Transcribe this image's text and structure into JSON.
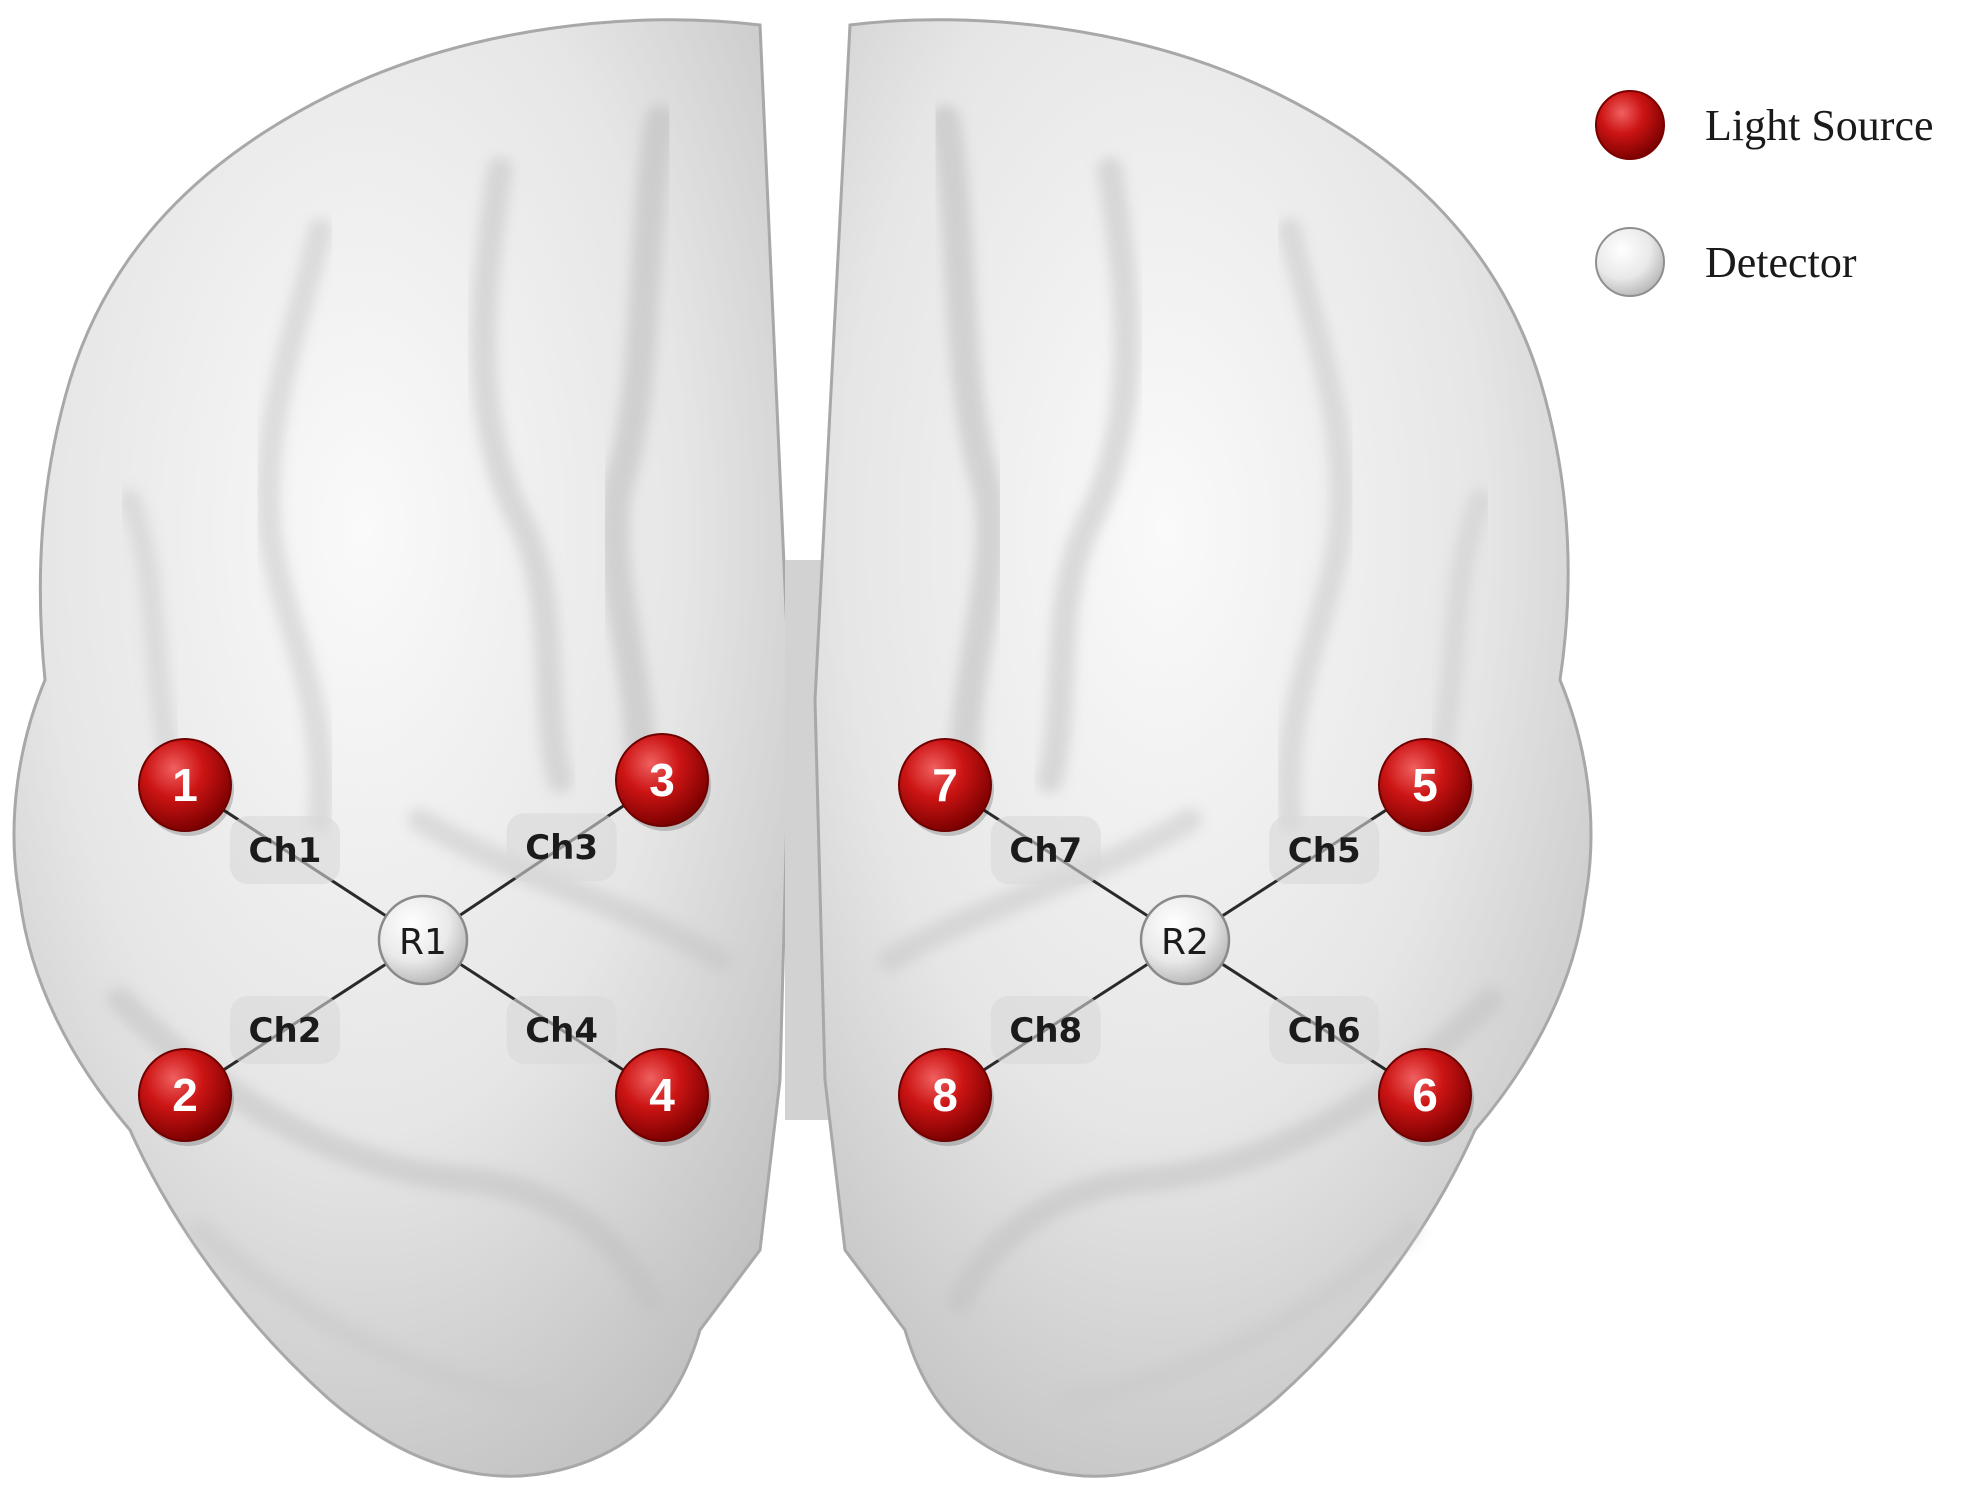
{
  "colors": {
    "source": "#c40d0d",
    "detector": "#e8e8e8",
    "brain": "#e9e9e9",
    "line": "#2a2a2a"
  },
  "legend": {
    "source_label": "Light  Source",
    "detector_label": "Detector"
  },
  "sources": [
    {
      "id": "1"
    },
    {
      "id": "2"
    },
    {
      "id": "3"
    },
    {
      "id": "4"
    },
    {
      "id": "5"
    },
    {
      "id": "6"
    },
    {
      "id": "7"
    },
    {
      "id": "8"
    }
  ],
  "detectors": [
    {
      "id": "R1"
    },
    {
      "id": "R2"
    }
  ],
  "channels": [
    {
      "name": "Ch1",
      "source": "1",
      "detector": "R1"
    },
    {
      "name": "Ch2",
      "source": "2",
      "detector": "R1"
    },
    {
      "name": "Ch3",
      "source": "3",
      "detector": "R1"
    },
    {
      "name": "Ch4",
      "source": "4",
      "detector": "R1"
    },
    {
      "name": "Ch5",
      "source": "5",
      "detector": "R2"
    },
    {
      "name": "Ch6",
      "source": "6",
      "detector": "R2"
    },
    {
      "name": "Ch7",
      "source": "7",
      "detector": "R2"
    },
    {
      "name": "Ch8",
      "source": "8",
      "detector": "R2"
    }
  ]
}
